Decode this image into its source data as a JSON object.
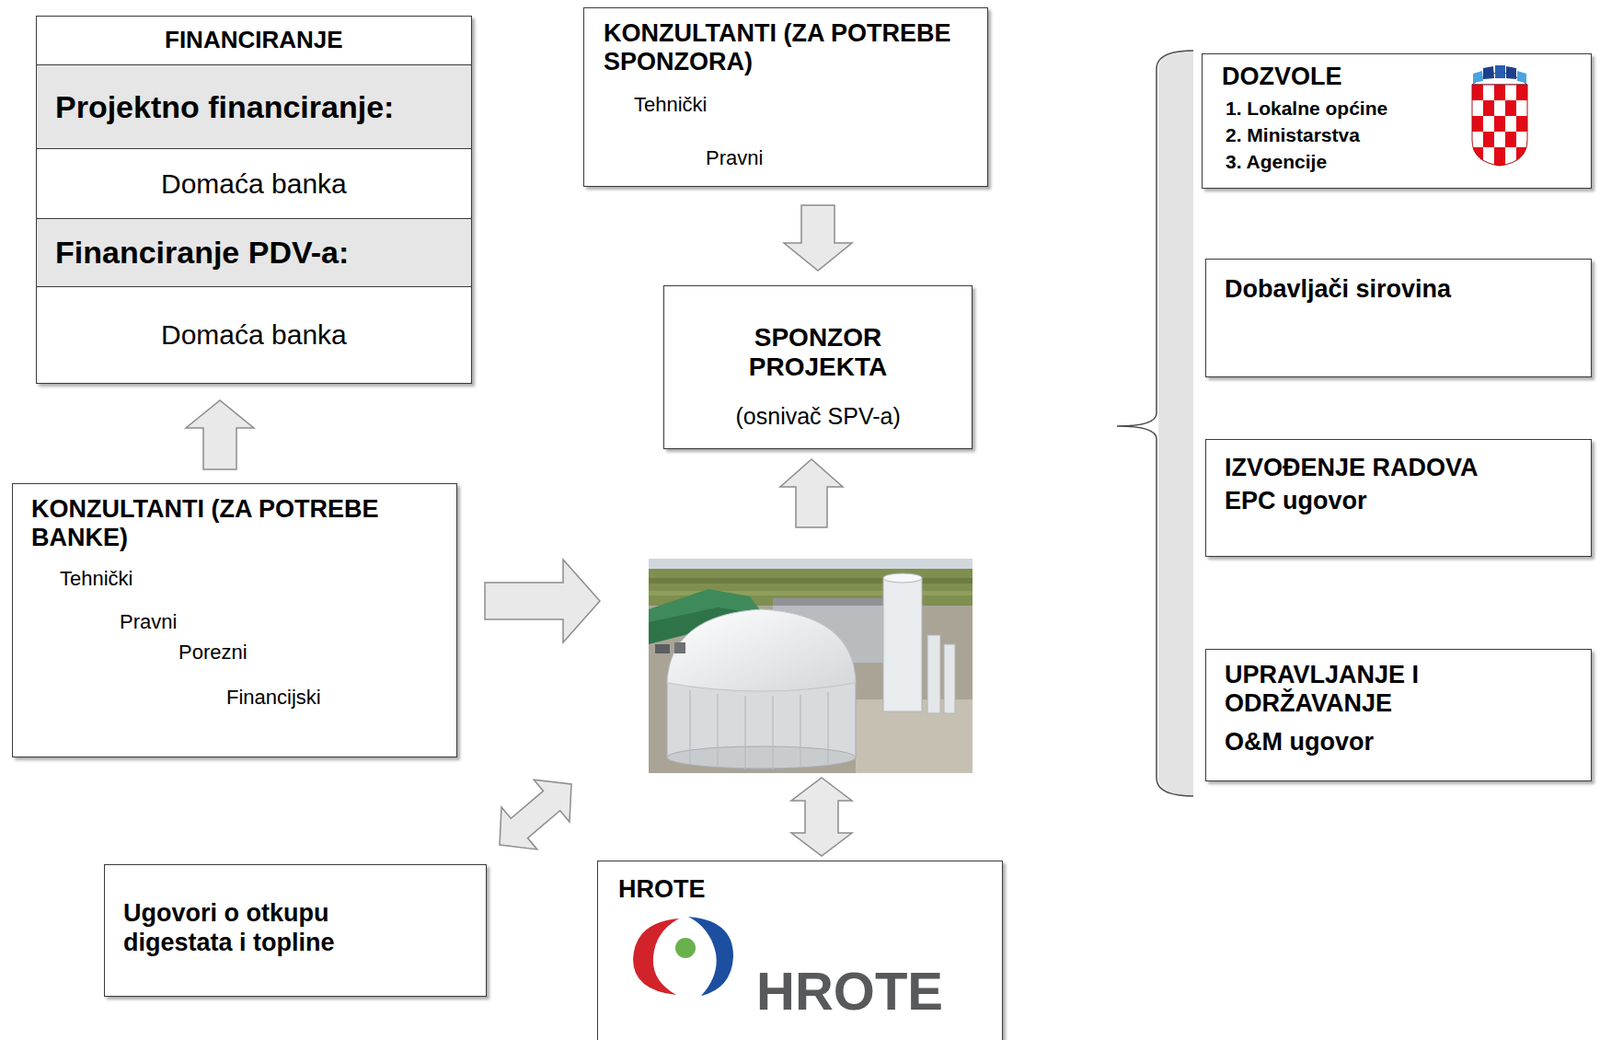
{
  "diagram": {
    "nodes": [
      {
        "text": [
          "FINANCIRANJE"
        ]
      },
      {
        "text": [
          "Projektno financiranje:"
        ],
        "in": 0
      },
      {
        "text": [
          "Domaća banka"
        ],
        "in": 0
      },
      {
        "text": [
          "Financiranje PDV-a:"
        ],
        "in": 0
      },
      {
        "text": [
          "Domaća banka"
        ],
        "in": 0
      },
      {
        "text": [
          "KONZULTANTI (ZA POTREBE SPONZORA)",
          "Tehnički",
          "Pravni"
        ]
      },
      {
        "text": [
          "SPONZOR PROJEKTA",
          "(osnivač SPV-a)"
        ]
      },
      {
        "text": [
          "KONZULTANTI (ZA POTREBE BANKE)",
          "Tehnički",
          "Pravni",
          "Porezni",
          "Financijski"
        ]
      },
      {
        "text": [
          "Ugovori o otkupu digestata i topline"
        ]
      },
      {
        "text": [
          "HROTE",
          "HROTE"
        ]
      },
      {
        "text": [
          "DOZVOLE",
          "1. Lokalne općine",
          "2. Ministarstva",
          "3. Agencije"
        ]
      },
      {
        "text": [
          "Dobavljači sirovina"
        ]
      },
      {
        "text": [
          "IZVOĐENJE RADOVA",
          "EPC ugovor"
        ]
      },
      {
        "text": [
          "UPRAVLJANJE I ODRŽAVANJE",
          "O&M ugovor"
        ]
      }
    ],
    "edges": [
      {
        "from": 5,
        "to": 6,
        "arrow": "to"
      },
      {
        "from": 7,
        "to": 0,
        "arrow": "to"
      }
    ]
  }
}
